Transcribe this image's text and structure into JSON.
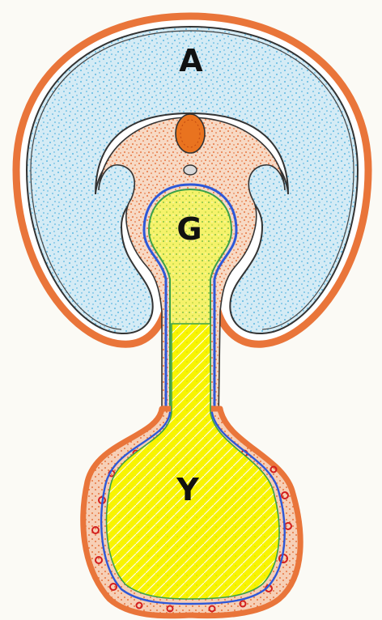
{
  "diagram": {
    "labels": {
      "amnion": "A",
      "gut": "G",
      "yolk_sac": "Y"
    },
    "colors": {
      "background": "#fbfaf5",
      "orange_tissue": "#e9753a",
      "orange_fill": "#f3c9b0",
      "blue_cavity": "#cfe7f2",
      "blue_dots": "#3aa8dc",
      "yellow_yolk": "#f7f300",
      "yellow_dots": "#c8d000",
      "blue_lining": "#2d58d8",
      "green_lining": "#3aa04a",
      "red_vessels": "#d21e1e",
      "outline": "#333333"
    }
  }
}
